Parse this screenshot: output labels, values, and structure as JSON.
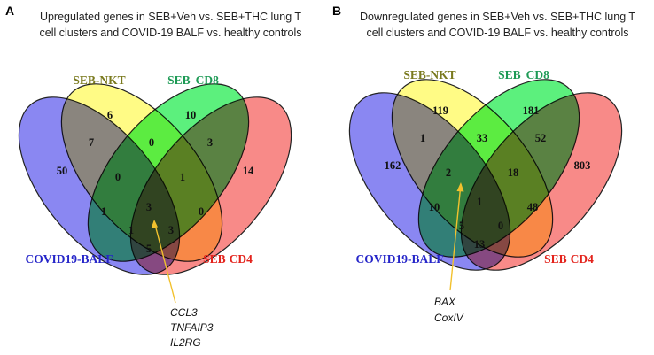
{
  "colors": {
    "seb_nkt": "#fffb85",
    "seb_cd8": "#5cf07d",
    "seb_cd4": "#f88a88",
    "covid": "#8a87f2",
    "label_nkt": "#7a7a1e",
    "label_cd8": "#1d9a55",
    "label_cd4": "#e3231c",
    "label_covid": "#2626c9",
    "arrow": "#f2c12e"
  },
  "panels": [
    {
      "letter": "A",
      "title_lines": [
        "Upregulated genes in SEB+Veh vs. SEB+THC lung T",
        "cell clusters and COVID-19 BALF vs. healthy controls"
      ],
      "sets": {
        "nkt": "SEB-NKT",
        "cd8_a": "SEB",
        "cd8_b": "CD8",
        "cd4_a": "SEB",
        "cd4_b": "CD4",
        "covid": "COVID19-BALF"
      },
      "counts": {
        "nkt_only": "6",
        "cd8_only": "10",
        "cd4_only": "14",
        "covid_only": "50",
        "nkt_covid": "7",
        "nkt_cd8": "0",
        "cd8_cd4": "3",
        "nkt_cd8_covid": "0",
        "nkt_cd8_cd4": "1",
        "cd8_covid": "1",
        "all4": "3",
        "nkt_cd4": "0",
        "cd8_cd4_covid": "1",
        "nkt_cd4_covid": "3",
        "cd4_covid": "5"
      },
      "genes": [
        "CCL3",
        "TNFAIP3",
        "IL2RG"
      ]
    },
    {
      "letter": "B",
      "title_lines": [
        "Downregulated genes in SEB+Veh vs. SEB+THC lung T",
        "cell clusters and COVID-19 BALF vs. healthy controls"
      ],
      "sets": {
        "nkt": "SEB-NKT",
        "cd8_a": "SEB",
        "cd8_b": "CD8",
        "cd4_a": "SEB",
        "cd4_b": "CD4",
        "covid": "COVID19-BALF"
      },
      "counts": {
        "nkt_only": "119",
        "cd8_only": "181",
        "cd4_only": "803",
        "covid_only": "162",
        "nkt_covid": "1",
        "nkt_cd8": "33",
        "cd8_cd4": "52",
        "nkt_cd8_covid": "2",
        "nkt_cd8_cd4": "18",
        "cd8_covid": "10",
        "all4": "1",
        "nkt_cd4": "48",
        "cd8_cd4_covid": "5",
        "nkt_cd4_covid": "0",
        "cd4_covid": "13"
      },
      "genes": [
        "BAX",
        "CoxIV"
      ]
    }
  ]
}
